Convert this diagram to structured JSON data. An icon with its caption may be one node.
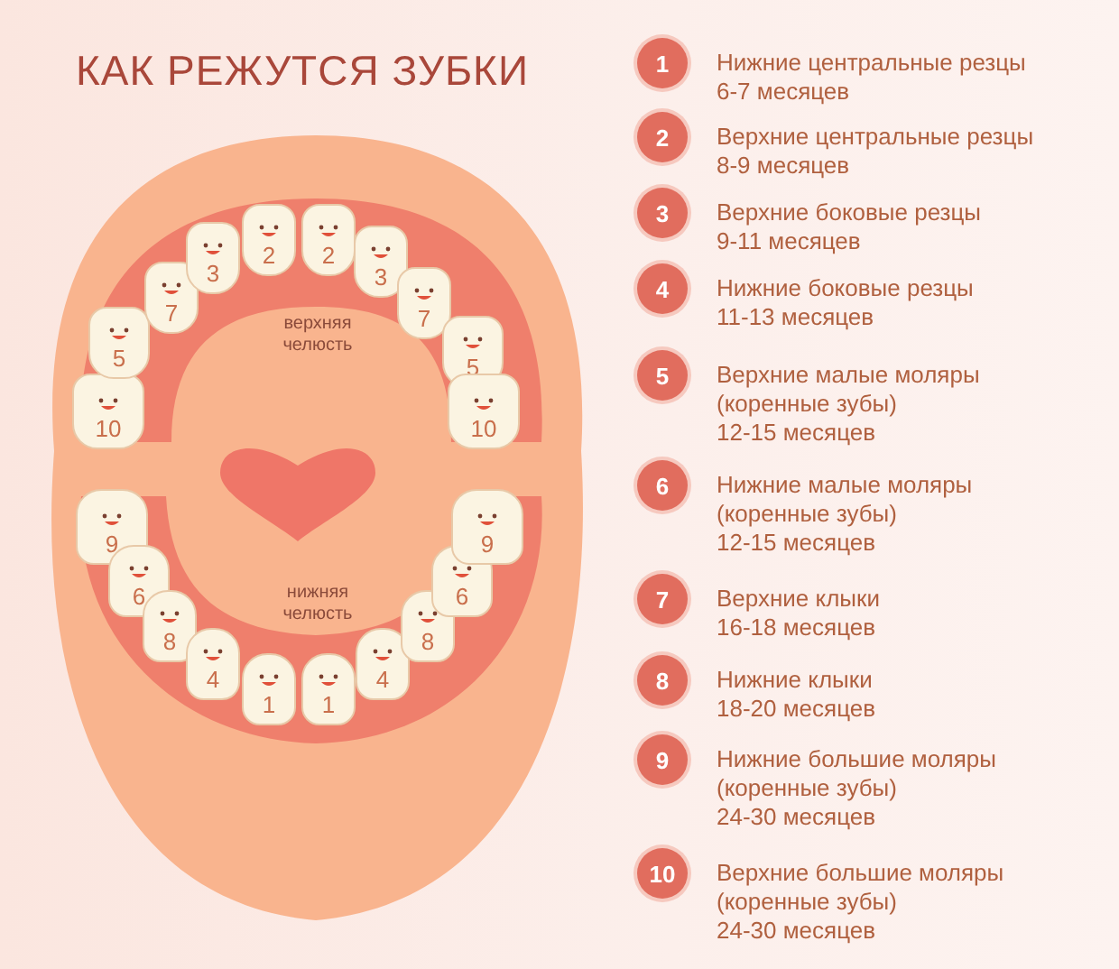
{
  "diagram": {
    "title": "КАК РЕЖУТСЯ ЗУБКИ",
    "nodes": [
      {
        "text": [
          "1"
        ],
        "beside": [
          "Нижние центральные резцы",
          "6-7 месяцев"
        ]
      },
      {
        "text": [
          "2"
        ],
        "beside": [
          "Верхние центральные резцы",
          "8-9 месяцев"
        ]
      },
      {
        "text": [
          "3"
        ],
        "beside": [
          "Верхние боковые резцы",
          "9-11 месяцев"
        ]
      },
      {
        "text": [
          "4"
        ],
        "beside": [
          "Нижние боковые резцы",
          "11-13 месяцев"
        ]
      },
      {
        "text": [
          "5"
        ],
        "beside": [
          "Верхние малые моляры",
          "(коренные зубы)",
          "12-15 месяцев"
        ]
      },
      {
        "text": [
          "6"
        ],
        "beside": [
          "Нижние малые моляры",
          "(коренные зубы)",
          "12-15 месяцев"
        ]
      },
      {
        "text": [
          "7"
        ],
        "beside": [
          "Верхние клыки",
          "16-18 месяцев"
        ]
      },
      {
        "text": [
          "8"
        ],
        "beside": [
          "Нижние клыки",
          "18-20 месяцев"
        ]
      },
      {
        "text": [
          "9"
        ],
        "beside": [
          "Нижние большие моляры",
          "(коренные зубы)",
          "24-30 месяцев"
        ]
      },
      {
        "text": [
          "10"
        ],
        "beside": [
          "Верхние большие моляры",
          "(коренные зубы)",
          "24-30 месяцев"
        ]
      },
      {
        "text": [
          "10"
        ]
      },
      {
        "text": [
          "5"
        ]
      },
      {
        "text": [
          "7"
        ]
      },
      {
        "text": [
          "3"
        ]
      },
      {
        "text": [
          "2"
        ]
      },
      {
        "text": [
          "2"
        ]
      },
      {
        "text": [
          "3"
        ]
      },
      {
        "text": [
          "7"
        ]
      },
      {
        "text": [
          "5"
        ]
      },
      {
        "text": [
          "10"
        ]
      },
      {
        "text": [
          "9"
        ]
      },
      {
        "text": [
          "6"
        ]
      },
      {
        "text": [
          "8"
        ]
      },
      {
        "text": [
          "4"
        ]
      },
      {
        "text": [
          "1"
        ]
      },
      {
        "text": [
          "1"
        ]
      },
      {
        "text": [
          "4"
        ]
      },
      {
        "text": [
          "8"
        ]
      },
      {
        "text": [
          "6"
        ]
      },
      {
        "text": [
          "9"
        ]
      }
    ],
    "labels": [
      "верхняя челюсть",
      "нижняя челюсть"
    ]
  }
}
